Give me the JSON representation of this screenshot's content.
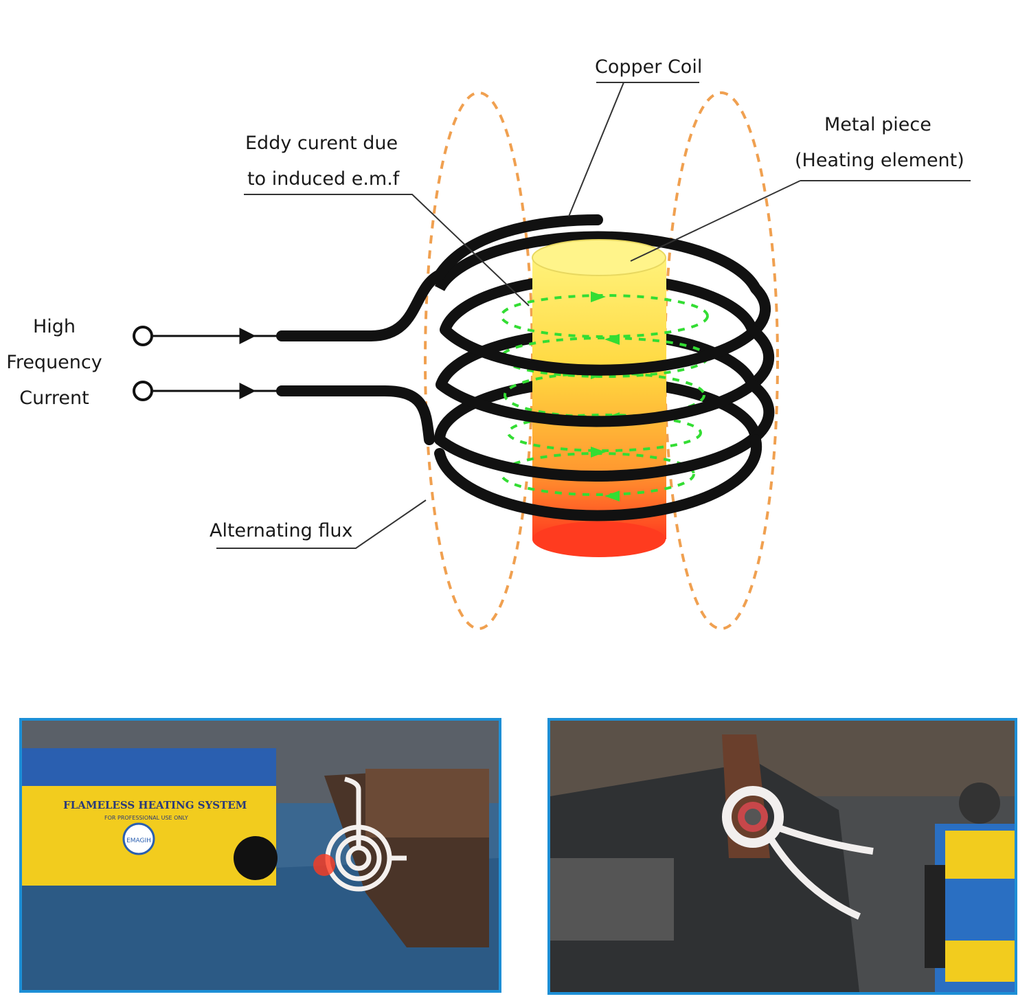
{
  "diagram": {
    "labels": {
      "copper_coil": "Copper Coil",
      "metal_piece_line1": "Metal piece",
      "metal_piece_line2": "(Heating element)",
      "eddy_line1": "Eddy curent due",
      "eddy_line2": "to induced e.m.f",
      "hf_line1": "High",
      "hf_line2": "Frequency",
      "hf_line3": "Current",
      "flux": "Alternating flux"
    },
    "colors": {
      "coil": "#111111",
      "flux": "#f0a050",
      "eddy": "#33dd33",
      "metal_top": "#fff27a",
      "metal_bottom": "#ff3b1f",
      "photo_border": "#1d8fd6"
    }
  },
  "photos": {
    "left": {
      "device_label": "FLAMELESS HEATING SYSTEM",
      "device_sublabel": "FOR PROFESSIONAL USE ONLY",
      "logo_text": "EMAGIH"
    },
    "right": {}
  }
}
